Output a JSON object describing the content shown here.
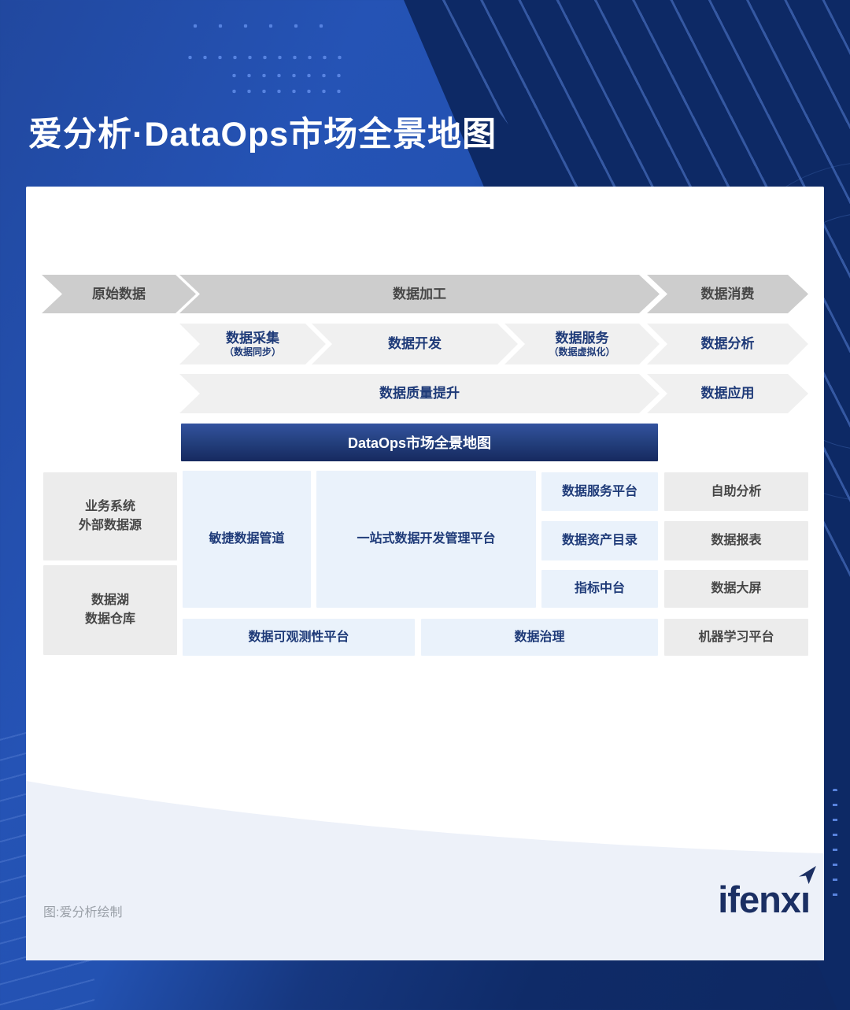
{
  "header": {
    "title": "爱分析·DataOps市场全景地图"
  },
  "flow": {
    "top": [
      {
        "label": "原始数据"
      },
      {
        "label": "数据加工"
      },
      {
        "label": "数据消费"
      }
    ],
    "middle": [
      {
        "label": "数据采集",
        "sub": "（数据同步）"
      },
      {
        "label": "数据开发"
      },
      {
        "label": "数据服务",
        "sub": "（数据虚拟化）"
      },
      {
        "label": "数据分析"
      }
    ],
    "bottom": [
      {
        "label": "数据质量提升"
      },
      {
        "label": "数据应用"
      }
    ]
  },
  "map": {
    "banner": "DataOps市场全景地图",
    "sources": [
      {
        "line1": "业务系统",
        "line2": "外部数据源"
      },
      {
        "line1": "数据湖",
        "line2": "数据仓库"
      }
    ],
    "platforms": {
      "agile_pipeline": "敏捷数据管道",
      "one_stop": "一站式数据开发管理平台",
      "data_service": "数据服务平台",
      "asset_catalog": "数据资产目录",
      "metrics_hub": "指标中台",
      "observability": "数据可观测性平台",
      "governance": "数据治理"
    },
    "consumption": [
      "自助分析",
      "数据报表",
      "数据大屏",
      "机器学习平台"
    ]
  },
  "footer": {
    "caption": "图:爱分析绘制",
    "logo_prefix": "ifenx",
    "logo_last_letter": "ı"
  },
  "colors": {
    "top_arrow_gray": "#cdcdcd",
    "sub_arrow_gray": "#f0f0f0",
    "navy_text": "#1e3a78",
    "dark_text": "#474747",
    "banner_gradient_top": "#33529f",
    "banner_gradient_bottom": "#16295f",
    "light_blue_box": "#eaf2fb",
    "gray_box": "#ececec",
    "background_blue": "#2352b2",
    "background_navy": "#0e2a66",
    "logo_navy": "#1b2f63",
    "card_wave": "#edf1f9"
  }
}
